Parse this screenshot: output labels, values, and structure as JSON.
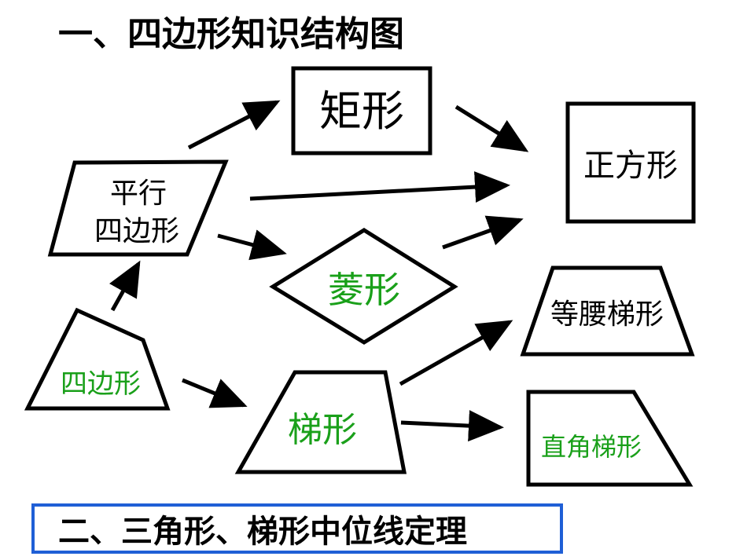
{
  "title": "一、四边形知识结构图",
  "colors": {
    "text": "#000000",
    "green": "#1aa01a",
    "frame_blue": "#1f5fd6",
    "stroke": "#000000"
  },
  "nodes": {
    "parallelogram": {
      "line1": "平行",
      "line2": "四边形"
    },
    "rectangle": {
      "label": "矩形"
    },
    "square": {
      "label": "正方形"
    },
    "rhombus": {
      "label": "菱形"
    },
    "quadrilateral": {
      "label": "四边形"
    },
    "trapezoid": {
      "label": "梯形"
    },
    "isosceles_trapezoid": {
      "label": "等腰梯形"
    },
    "right_trapezoid": {
      "label": "直角梯形"
    }
  },
  "edges": [
    {
      "from": "quadrilateral",
      "to": "parallelogram"
    },
    {
      "from": "quadrilateral",
      "to": "trapezoid"
    },
    {
      "from": "parallelogram",
      "to": "rectangle"
    },
    {
      "from": "parallelogram",
      "to": "square"
    },
    {
      "from": "parallelogram",
      "to": "rhombus"
    },
    {
      "from": "rectangle",
      "to": "square"
    },
    {
      "from": "rhombus",
      "to": "square"
    },
    {
      "from": "trapezoid",
      "to": "isosceles_trapezoid"
    },
    {
      "from": "trapezoid",
      "to": "right_trapezoid"
    }
  ],
  "footer": {
    "label": "二、三角形、梯形中位线定理"
  }
}
